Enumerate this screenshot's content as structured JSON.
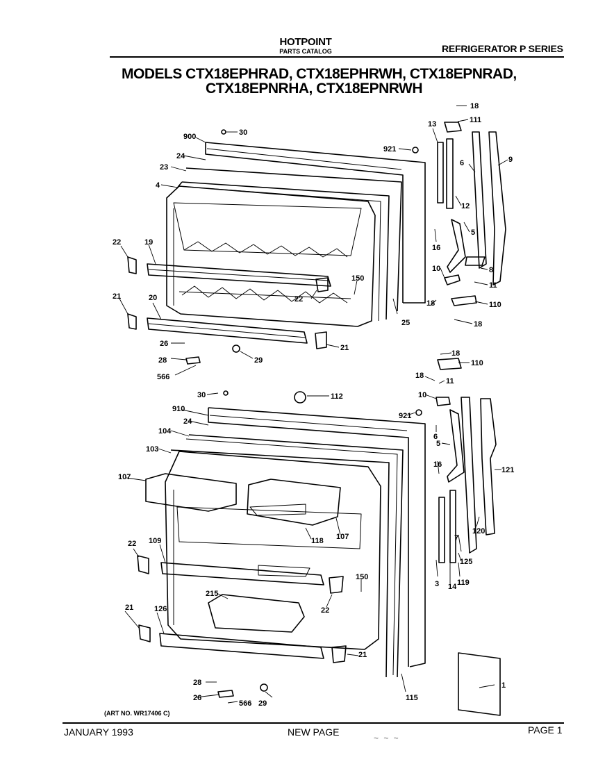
{
  "header": {
    "brand": "HOTPOINT",
    "catalog": "PARTS CATALOG",
    "series": "REFRIGERATOR P SERIES",
    "models_line1": "MODELS CTX18EPHRAD, CTX18EPHRWH, CTX18EPNRAD,",
    "models_line2": "CTX18EPNRHA, CTX18EPNRWH"
  },
  "art_number": "(ART NO. WR17406 C)",
  "footer": {
    "date": "JANUARY 1993",
    "notice": "NEW PAGE",
    "page": "PAGE 1",
    "scribble": "~ ~ ~"
  },
  "callouts": {
    "c_18a": "18",
    "c_111a": "111",
    "c_13": "13",
    "c_6a": "6",
    "c_9": "9",
    "c_12": "12",
    "c_16a": "16",
    "c_5a": "5",
    "c_8a": "8",
    "c_10a": "10",
    "c_11a": "11",
    "c_18b": "18",
    "c_110a": "110",
    "c_18c": "18",
    "c_900": "900",
    "c_30a": "30",
    "c_24a": "24",
    "c_921a": "921",
    "c_23": "23",
    "c_4": "4",
    "c_22a": "22",
    "c_19": "19",
    "c_150a": "150",
    "c_22b": "22",
    "c_21a": "21",
    "c_20": "20",
    "c_25": "25",
    "c_26a": "26",
    "c_21b": "21",
    "c_28a": "28",
    "c_29a": "29",
    "c_566a": "566",
    "c_18d": "18",
    "c_110b": "110",
    "c_18e": "18",
    "c_11b": "11",
    "c_10b": "10",
    "c_30b": "30",
    "c_112": "112",
    "c_910": "910",
    "c_921b": "921",
    "c_6b": "6",
    "c_24b": "24",
    "c_104": "104",
    "c_103": "103",
    "c_5b": "5",
    "c_107a": "107",
    "c_16b": "16",
    "c_121": "121",
    "c_107b": "107",
    "c_118": "118",
    "c_120": "120",
    "c_7": "7",
    "c_22c": "22",
    "c_109": "109",
    "c_125": "125",
    "c_150b": "150",
    "c_3": "3",
    "c_14": "14",
    "c_119": "119",
    "c_215": "215",
    "c_22d": "22",
    "c_21c": "21",
    "c_126": "126",
    "c_21d": "21",
    "c_1": "1",
    "c_28b": "28",
    "c_26b": "26",
    "c_566b": "566",
    "c_29b": "29",
    "c_115": "115"
  }
}
